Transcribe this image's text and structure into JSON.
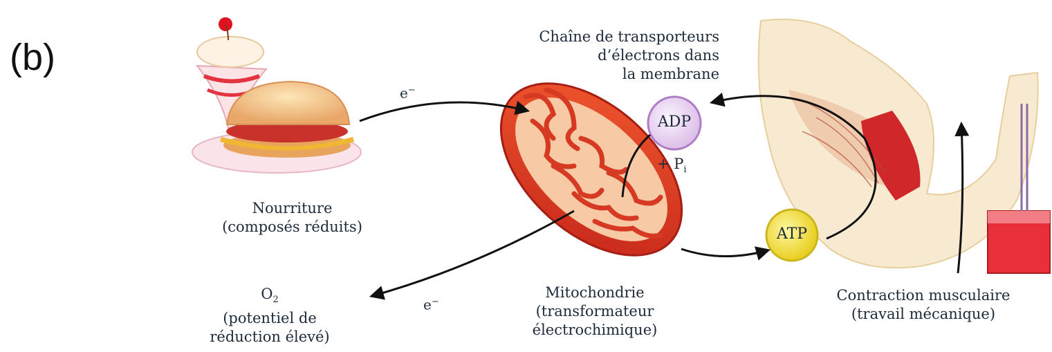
{
  "panel_letter": "(b)",
  "labels": {
    "chain": [
      "Chaîne de transporteurs",
      "d’électrons dans",
      "la membrane"
    ],
    "food": [
      "Nourriture",
      "(composés réduits)"
    ],
    "oxygen": [
      "O",
      "2",
      "(potentiel de",
      "réduction élevé)"
    ],
    "mito": [
      "Mitochondrie",
      "(transformateur",
      "électrochimique)"
    ],
    "muscle": [
      "Contraction musculaire",
      "(travail mécanique)"
    ],
    "electron_top": [
      "e",
      "−"
    ],
    "electron_bottom": [
      "e",
      "−"
    ],
    "adp": "ADP",
    "pi": [
      "+ P",
      "i"
    ],
    "atp": "ATP"
  },
  "colors": {
    "text": "#1c2a3a",
    "arrow": "#111111",
    "adp_fill": "#ead7f2",
    "adp_stroke": "#b07cc6",
    "atp_fill": "#f3e64a",
    "atp_stroke": "#c9b51c",
    "mito_red": "#d9381e",
    "muscle_skin": "#f7e7c2"
  }
}
